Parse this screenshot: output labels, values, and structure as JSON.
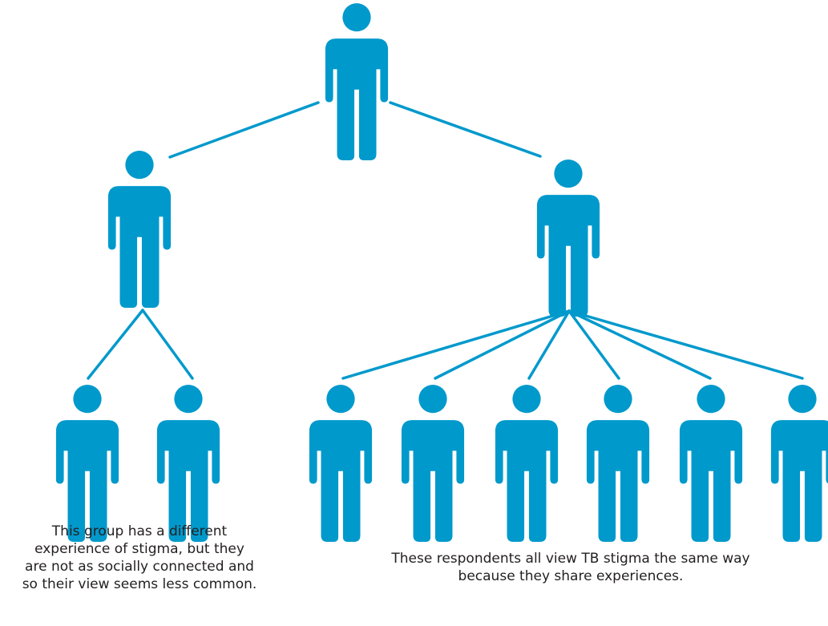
{
  "diagram": {
    "figure_color": "#0099cc",
    "line_color": "#0099cc",
    "icon": "person-icon",
    "groups": [
      {
        "name": "small-group",
        "member_count": 2,
        "caption_lines": [
          "This group has a different",
          "experience of stigma, but they",
          "are not as socially connected and",
          "so their view seems less common."
        ]
      },
      {
        "name": "large-group",
        "member_count": 6,
        "caption_lines": [
          "These respondents all view TB stigma the same way",
          "because they share experiences."
        ]
      }
    ]
  }
}
